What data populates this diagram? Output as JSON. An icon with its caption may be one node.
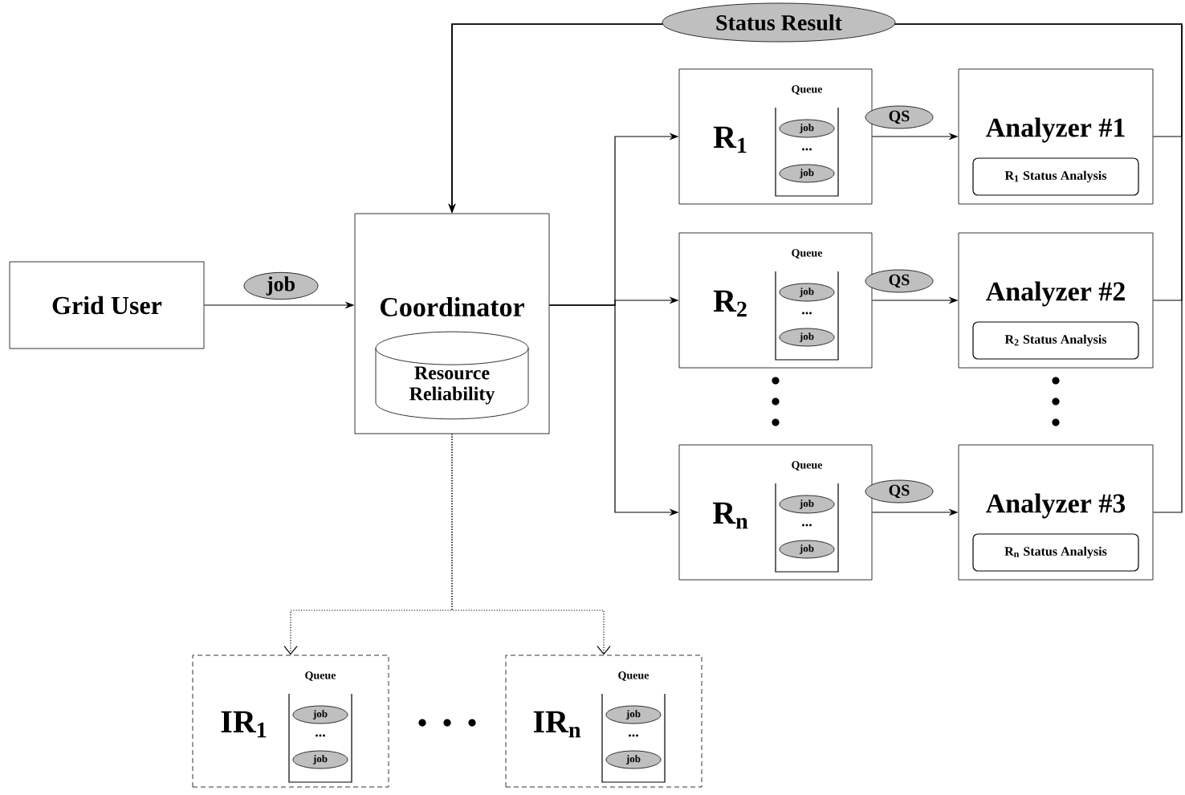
{
  "diagram": {
    "nodes": [
      {
        "text": [
          "Grid User"
        ]
      },
      {
        "text": [
          "Coordinator"
        ]
      },
      {
        "text": [
          "Resource Reliability"
        ],
        "in": 1
      },
      {
        "text": [
          "R$_{1}$"
        ]
      },
      {
        "text": [
          "Queue",
          "..."
        ],
        "in": 3
      },
      {
        "text": [
          "job"
        ],
        "in": 4
      },
      {
        "text": [
          "job"
        ],
        "in": 4
      },
      {
        "text": [
          "Analyzer #1"
        ]
      },
      {
        "text": [
          "R$_{1}$ Status Analysis"
        ],
        "in": 7
      },
      {
        "text": [
          "R$_{2}$"
        ]
      },
      {
        "text": [
          "Queue",
          "..."
        ],
        "in": 9
      },
      {
        "text": [
          "job"
        ],
        "in": 10
      },
      {
        "text": [
          "job"
        ],
        "in": 10
      },
      {
        "text": [
          "Analyzer #2"
        ]
      },
      {
        "text": [
          "R$_{2}$ Status Analysis"
        ],
        "in": 13
      },
      {
        "text": [
          "R$_{n}$"
        ]
      },
      {
        "text": [
          "Queue",
          "..."
        ],
        "in": 15
      },
      {
        "text": [
          "job"
        ],
        "in": 16
      },
      {
        "text": [
          "job"
        ],
        "in": 16
      },
      {
        "text": [
          "Analyzer #3"
        ]
      },
      {
        "text": [
          "R$_{n}$ Status Analysis"
        ],
        "in": 19
      },
      {
        "text": [
          "IR$_{1}$"
        ]
      },
      {
        "text": [
          "Queue",
          "..."
        ],
        "in": 21
      },
      {
        "text": [
          "job"
        ],
        "in": 22
      },
      {
        "text": [
          "job"
        ],
        "in": 22
      },
      {
        "text": [
          "IR$_{n}$"
        ]
      },
      {
        "text": [
          "Queue",
          "..."
        ],
        "in": 25
      },
      {
        "text": [
          "job"
        ],
        "in": 26
      },
      {
        "text": [
          "job"
        ],
        "in": 26
      }
    ],
    "edges": [
      {
        "from": 0,
        "to": 1,
        "arrow": "to",
        "label": "job"
      },
      {
        "from": 1,
        "to": 3,
        "arrow": "to"
      },
      {
        "from": 1,
        "to": 9,
        "arrow": "to"
      },
      {
        "from": 1,
        "to": 15,
        "arrow": "to"
      },
      {
        "from": 3,
        "to": 7,
        "arrow": "to",
        "label": "QS"
      },
      {
        "from": 9,
        "to": 13,
        "arrow": "to",
        "label": "QS"
      },
      {
        "from": 15,
        "to": 19,
        "arrow": "to",
        "label": "QS"
      },
      {
        "from": 7,
        "to": 1,
        "arrow": "to",
        "label": "Status Result"
      },
      {
        "from": 13,
        "to": 1,
        "arrow": "to"
      },
      {
        "from": 19,
        "to": 1,
        "arrow": "to"
      },
      {
        "from": 1,
        "to": 21,
        "arrow": "to",
        "style": "dashed"
      },
      {
        "from": 1,
        "to": 25,
        "arrow": "to",
        "style": "dashed"
      }
    ]
  }
}
